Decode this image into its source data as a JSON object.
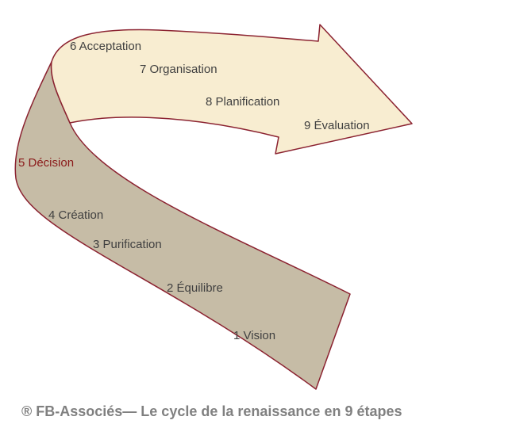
{
  "diagram": {
    "steps": [
      {
        "label": "1 Vision"
      },
      {
        "label": "2 Équilibre"
      },
      {
        "label": "3 Purification"
      },
      {
        "label": "4 Création"
      },
      {
        "label": "5 Décision"
      },
      {
        "label": "6 Acceptation"
      },
      {
        "label": "7 Organisation"
      },
      {
        "label": "8 Planification"
      },
      {
        "label": "9 Évaluation"
      }
    ],
    "caption": "® FB-Associés— Le cycle de la renaissance en 9 étapes"
  },
  "colors": {
    "lower_band_fill": "#c6bca6",
    "upper_arrow_fill": "#f8edd1",
    "outline": "#8b2230",
    "text": "#404040",
    "highlight_text": "#8b1a1a",
    "caption_text": "#808080"
  }
}
